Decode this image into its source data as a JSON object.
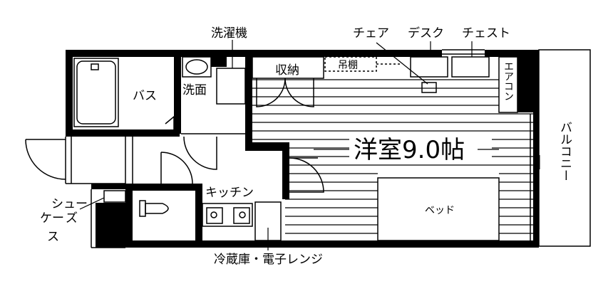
{
  "rooms": {
    "western_room": "洋室9.0帖",
    "bath": "バス",
    "washroom": "洗面",
    "storage": "収納",
    "upper_shelf": "吊棚",
    "kitchen": "キッチン",
    "bed": "ベッド"
  },
  "callouts": {
    "washing_machine": "洗濯機",
    "chair": "チェア",
    "desk": "デスク",
    "chest": "チェスト",
    "air_conditioner": "エアコン",
    "balcony": "バルコニー",
    "shoe_case": [
      "シュー",
      "ズ",
      "ケー",
      "ス"
    ],
    "fridge_microwave": "冷蔵庫・電子レンジ"
  },
  "colors": {
    "wall": "#000000",
    "floor": "#ffffff",
    "line": "#000000"
  }
}
